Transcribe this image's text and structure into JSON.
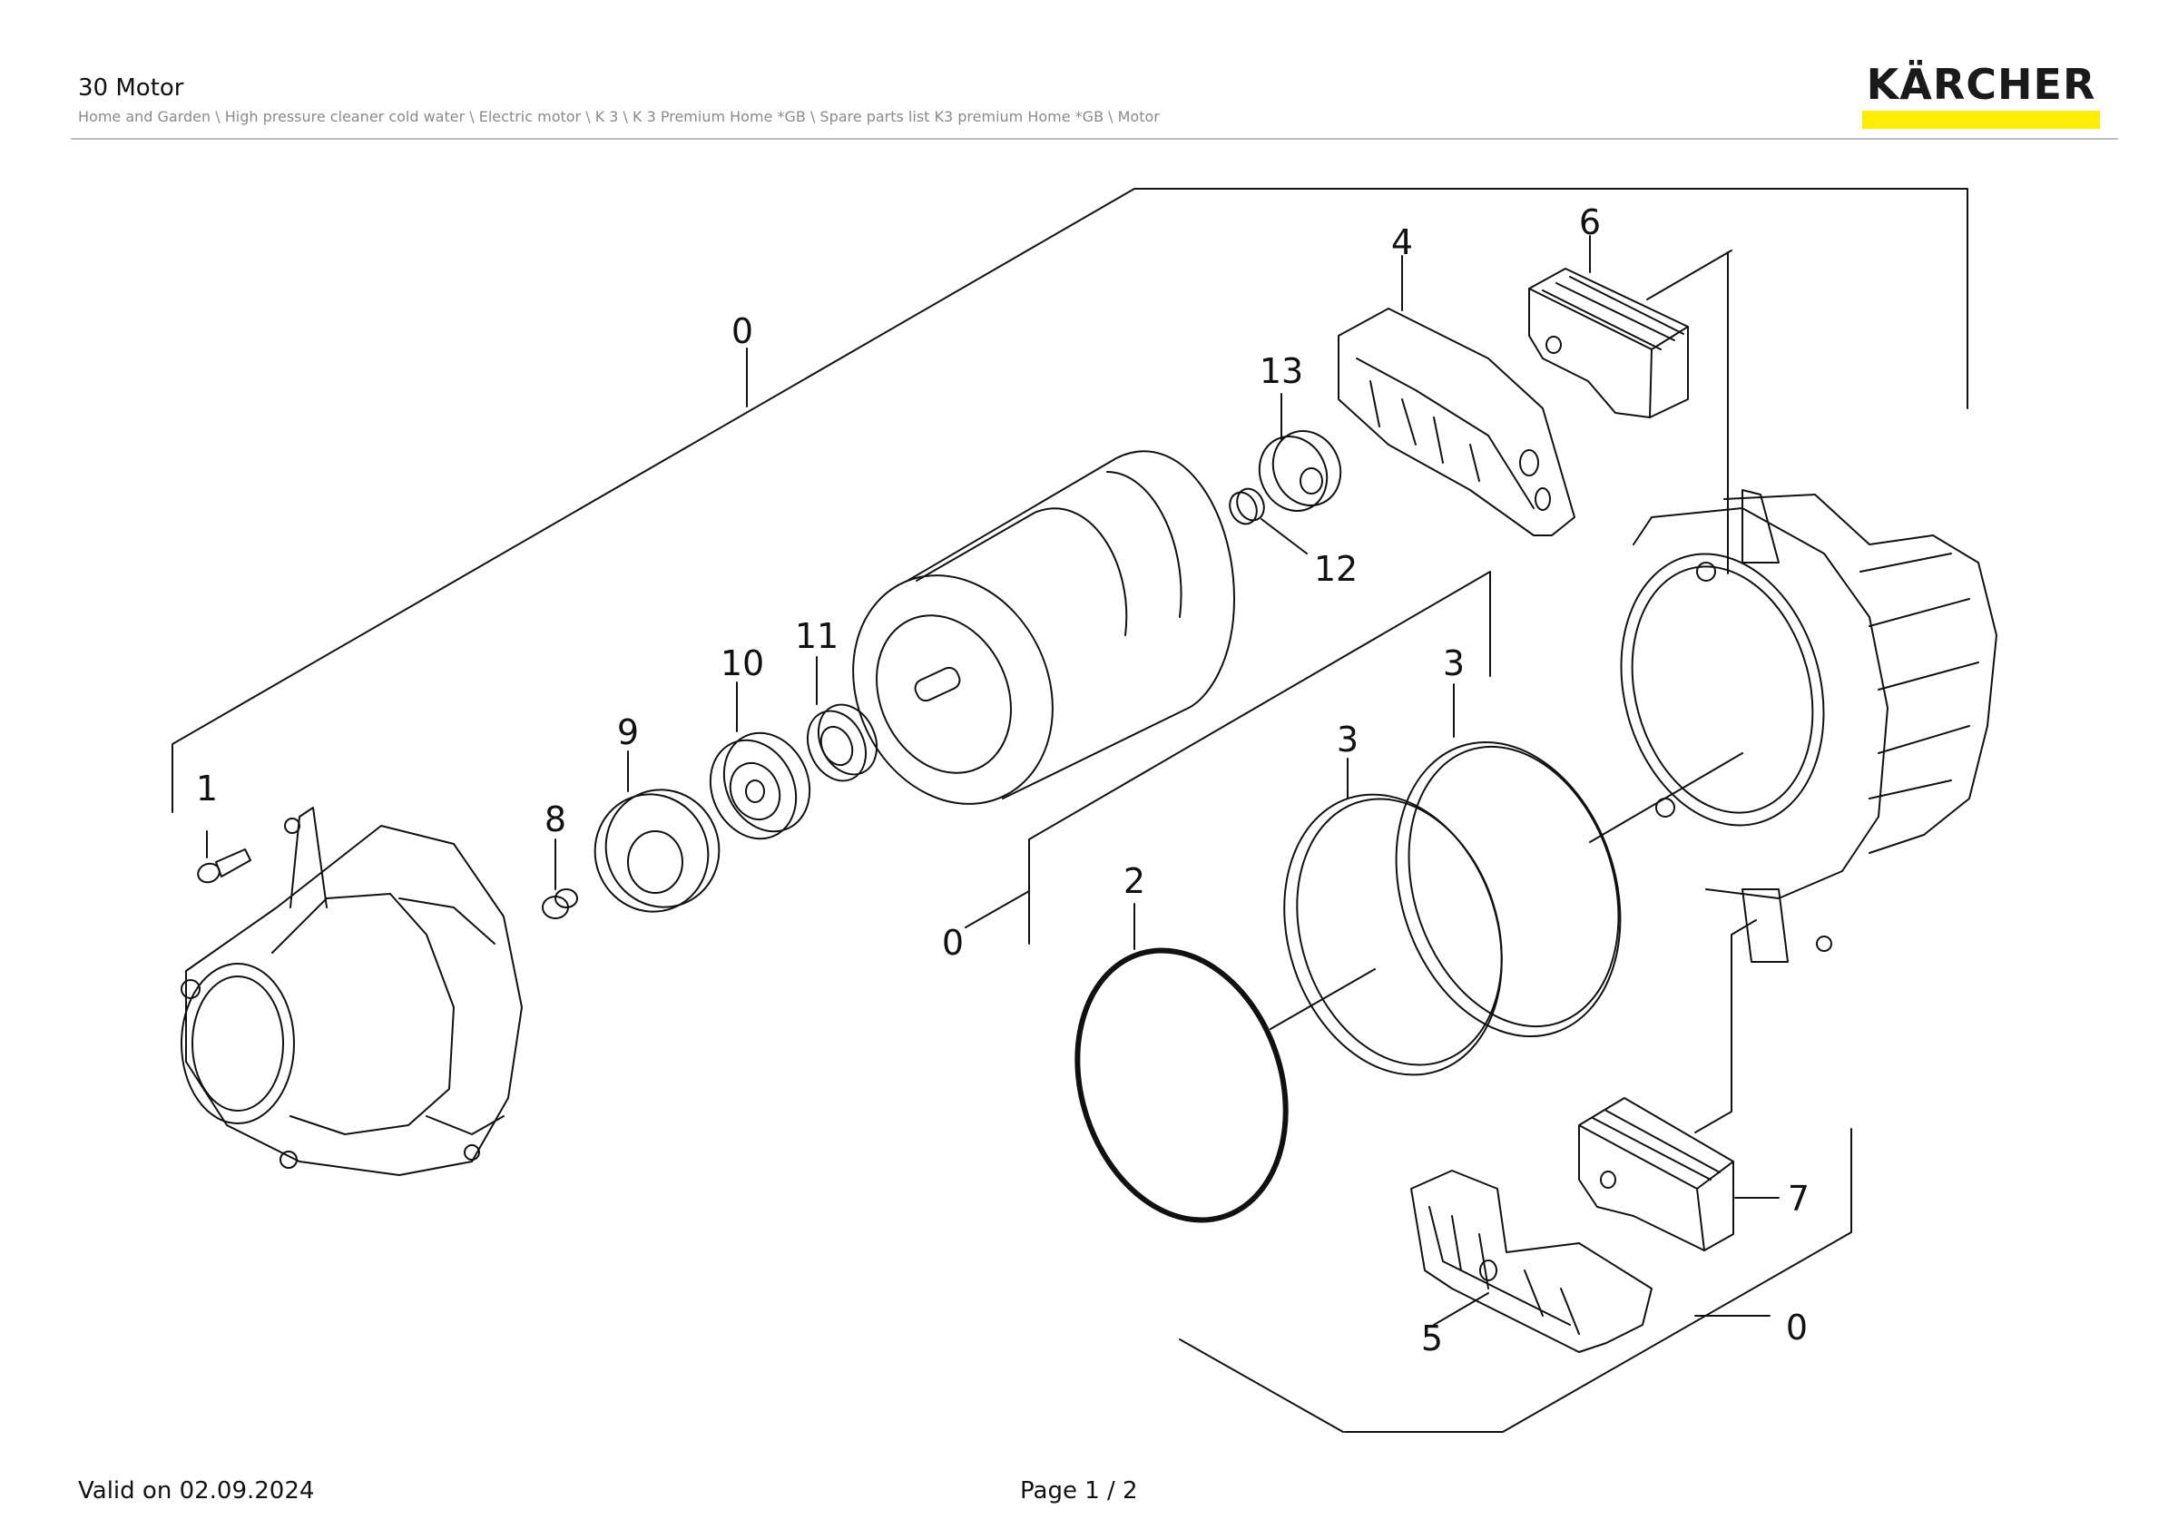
{
  "header": {
    "title": "30 Motor",
    "breadcrumb": "Home and Garden \\ High pressure cleaner cold water \\ Electric motor \\ K 3 \\ K 3 Premium Home *GB \\ Spare parts list K3 premium Home *GB \\ Motor"
  },
  "logo": {
    "text": "KÄRCHER",
    "bar_color": "#ffed00"
  },
  "footer": {
    "valid": "Valid on 02.09.2024",
    "page": "Page 1 / 2"
  },
  "callouts": {
    "c0_top": "0",
    "c0_mid": "0",
    "c0_bottom": "0",
    "c1": "1",
    "c2": "2",
    "c3_a": "3",
    "c3_b": "3",
    "c4": "4",
    "c5": "5",
    "c6": "6",
    "c7": "7",
    "c8": "8",
    "c9": "9",
    "c10": "10",
    "c11": "11",
    "c12": "12",
    "c13": "13"
  }
}
